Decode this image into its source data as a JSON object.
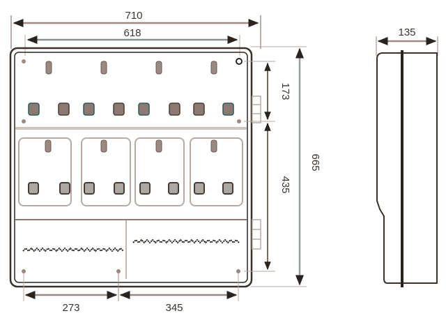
{
  "drawing": {
    "type": "meter box technical drawing",
    "units": "mm",
    "colors": {
      "outline": "#3b302a",
      "dimension": "#8a7a72",
      "panel_line": "#b8aaa3",
      "window": "#7a6a62",
      "window_accent": "#2f5a5c"
    }
  },
  "front_view": {
    "dimensions": {
      "overall_width": "710",
      "inner_width": "618",
      "upper_section_height": "173",
      "middle_section_height": "435",
      "overall_height": "665",
      "bottom_left_span": "273",
      "bottom_right_span": "345"
    },
    "top_row_windows": 8,
    "top_row_slots": 4,
    "meter_compartments": 4,
    "terminal_strips": 2
  },
  "side_view": {
    "dimensions": {
      "depth": "135"
    }
  }
}
